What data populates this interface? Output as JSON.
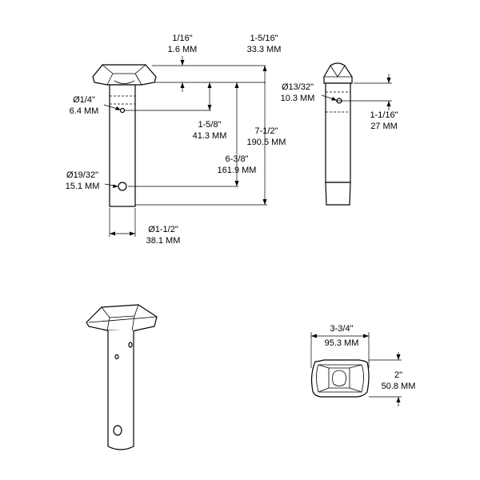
{
  "views": {
    "front": {
      "dims": {
        "head_thickness": [
          "1/16\"",
          "1.6 MM"
        ],
        "overall_top": [
          "1-5/16\"",
          "33.3 MM"
        ],
        "small_hole_dia": [
          "Ø1/4\"",
          "6.4 MM"
        ],
        "small_hole_pos": [
          "1-5/8\"",
          "41.3 MM"
        ],
        "overall_length": [
          "7-1/2\"",
          "190.5 MM"
        ],
        "large_hole_pos": [
          "6-3/8\"",
          "161.9 MM"
        ],
        "large_hole_dia": [
          "Ø19/32\"",
          "15.1 MM"
        ],
        "shaft_dia": [
          "Ø1-1/2\"",
          "38.1 MM"
        ]
      }
    },
    "side": {
      "dims": {
        "hole_dia": [
          "Ø13/32\"",
          "10.3 MM"
        ],
        "hole_pos": [
          "1-1/16\"",
          "27 MM"
        ]
      }
    },
    "top": {
      "dims": {
        "width": [
          "3-3/4\"",
          "95.3 MM"
        ],
        "depth": [
          "2\"",
          "50.8 MM"
        ]
      }
    }
  }
}
